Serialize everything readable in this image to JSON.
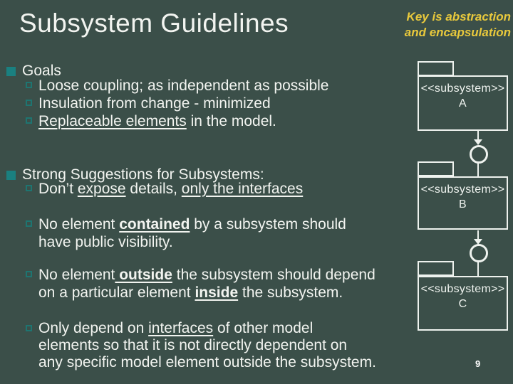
{
  "slide": {
    "title": "Subsystem Guidelines",
    "note_lines": [
      "Key is abstraction",
      "and encapsulation"
    ],
    "page_number": "9"
  },
  "content": {
    "sections": [
      {
        "heading": "Goals",
        "items": [
          {
            "segments": [
              {
                "t": "Loose coupling; as independent as possible"
              }
            ]
          },
          {
            "segments": [
              {
                "t": "Insulation from change - minimized"
              }
            ]
          },
          {
            "segments": [
              {
                "t": "Replaceable elements",
                "u": true
              },
              {
                "t": " in the model."
              }
            ]
          }
        ]
      },
      {
        "heading": "Strong Suggestions for Subsystems:",
        "items": [
          {
            "segments": [
              {
                "t": "Don’t "
              },
              {
                "t": "expose",
                "u": true
              },
              {
                "t": " details, "
              },
              {
                "t": "only the interfaces",
                "u": true
              }
            ]
          },
          {
            "segments": [
              {
                "t": "No element "
              },
              {
                "t": "contained",
                "b": true,
                "u": true
              },
              {
                "t": " by a subsystem should"
              },
              {
                "br": true
              },
              {
                "t": "have public visibility."
              }
            ]
          },
          {
            "segments": [
              {
                "t": "No element"
              },
              {
                "t": " outside",
                "b": true,
                "u": true
              },
              {
                "t": " the subsystem should depend"
              },
              {
                "br": true
              },
              {
                "t": "on a particular element "
              },
              {
                "t": "inside",
                "b": true,
                "u": true
              },
              {
                "t": " the subsystem."
              }
            ]
          },
          {
            "segments": [
              {
                "t": "Only depend on "
              },
              {
                "t": "interfaces",
                "u": true
              },
              {
                "t": " of other model"
              },
              {
                "br": true
              },
              {
                "t": "elements so that it is not directly dependent on"
              },
              {
                "br": true
              },
              {
                "t": "any specific model element outside the subsystem."
              }
            ]
          }
        ]
      }
    ]
  },
  "diagram": {
    "packages": [
      {
        "stereotype": "<<subsystem>>",
        "name": "A"
      },
      {
        "stereotype": "<<subsystem>>",
        "name": "B"
      },
      {
        "stereotype": "<<subsystem>>",
        "name": "C"
      }
    ]
  },
  "colors": {
    "background": "#3b4f49",
    "text": "#f2f4f0",
    "accent_teal": "#1a8080",
    "accent_teal_dim": "#1e7571",
    "note_yellow": "#e9c93c",
    "line": "#eef2ee"
  }
}
